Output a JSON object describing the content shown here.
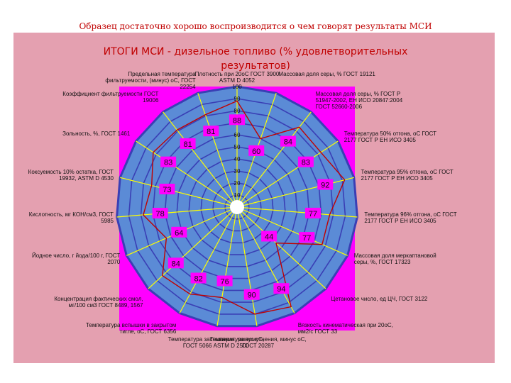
{
  "slide": {
    "heading": "Образец достаточно хорошо воспроизводится о чем говорят результаты МСИ",
    "title_line1": "ИТОГИ МСИ - дизельное топливо (% удовлетворительных",
    "title_line2": "результатов)"
  },
  "chart_data": {
    "type": "radar",
    "title": "ИТОГИ МСИ - дизельное топливо (% удовлетворительных результатов)",
    "rlim": [
      0,
      100
    ],
    "rticks": [
      0,
      10,
      20,
      30,
      40,
      50,
      60,
      70,
      80,
      90,
      100
    ],
    "grid": true,
    "colors": {
      "plot_area": "#5b8bd6",
      "grid": "#3a3fb5",
      "series": "#c00000",
      "spokes": "#ffff00",
      "label_box": "#ff00ff",
      "panel": "#e4a0b0"
    },
    "axes": [
      "Плотность при 20оС ГОСТ 3900 ASTM D 4052",
      "Массовая доля серы, % ГОСТ 19121",
      "Массовая доля серы, % ГОСТ Р 51947-2002, ЕН ИСО 20847:2004 ГОСТ 52660-2006",
      "Температура 50% отгона, оС ГОСТ 2177 ГОСТ Р ЕН ИСО 3405",
      "Температура 95% отгона, оС ГОСТ 2177 ГОСТ Р ЕН ИСО 3405",
      "Температура 96% отгона, оС ГОСТ 2177 ГОСТ Р ЕН ИСО 3405",
      "Массовая доля меркаптановой серы, %, ГОСТ 17323",
      "Цетановое число, ед ЦЧ, ГОСТ 3122",
      "Вязкость кинематическая при 20оС, мм2/с ГОСТ 33",
      "Температура помутнения, минус оС, ГОСТ 20287",
      "Температура застывания, минус оС, ГОСТ 5066 ASTM D 2500",
      "Температура вспышки в закрытом тигле, оС, ГОСТ 6356",
      "Концентрация фактических смол, мг/100 см3 ГОСТ 8489, 1567",
      "Йодное число, г йода/100 г, ГОСТ 2070",
      "Кислотность, мг КОН/см3, ГОСТ 5985",
      "Коксуемость 10% остатка, ГОСТ 19932, ASTM D 4530",
      "Зольность, %, ГОСТ 1461",
      "Коэффициент фильтруемости ГОСТ 19006",
      "Предельная температура фильтруемости, (минус) оС, ГОСТ 22254"
    ],
    "series": [
      {
        "values": [
          88,
          60,
          84,
          83,
          92,
          77,
          77,
          44,
          94,
          90,
          76,
          82,
          84,
          64,
          78,
          73,
          83,
          81,
          81
        ]
      }
    ]
  }
}
